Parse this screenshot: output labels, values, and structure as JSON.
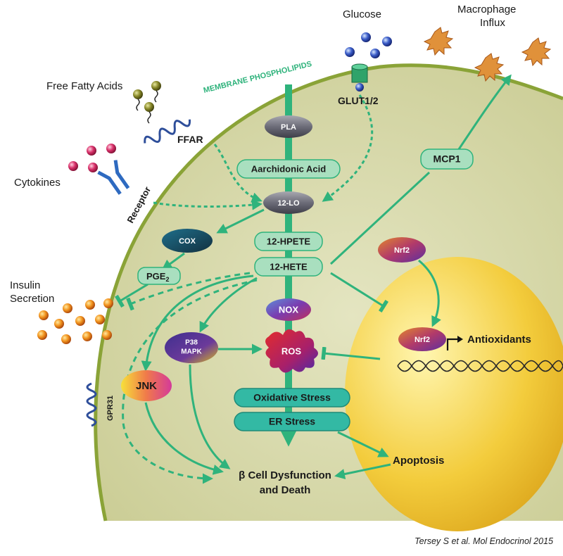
{
  "extracellular": {
    "glucose": "Glucose",
    "macrophage_line1": "Macrophage",
    "macrophage_line2": "Influx",
    "free_fatty_acids": "Free Fatty Acids",
    "cytokines": "Cytokines",
    "insulin_line1": "Insulin",
    "insulin_line2": "Secretion"
  },
  "membrane": {
    "label": "MEMBRANE PHOSPHOLIPIDS",
    "glut": "GLUT1/2",
    "ffar": "FFAR",
    "receptor": "Receptor",
    "gpr31": "GPR31"
  },
  "pathway": {
    "pla": "PLA",
    "arachidonic_acid": "Aarchidonic Acid",
    "lo12": "12-LO",
    "hpete": "12-HPETE",
    "hete": "12-HETE",
    "nox": "NOX",
    "ros": "ROS",
    "cox": "COX",
    "pge": "PGE",
    "pge_sub": "2",
    "p38_line1": "P38",
    "p38_line2": "MAPK",
    "jnk": "JNK",
    "mcp1": "MCP1",
    "nrf2_cyto": "Nrf2",
    "nrf2_nuc": "Nrf2",
    "antioxidants": "Antioxidants",
    "oxidative_stress": "Oxidative Stress",
    "er_stress": "ER Stress",
    "apoptosis": "Apoptosis",
    "outcome_line1": "β Cell Dysfunction",
    "outcome_line2": "and Death"
  },
  "citation": "Tersey S et al. Mol Endocrinol 2015",
  "colors": {
    "cytoplasm": "#d6d7a8",
    "membrane": "#8aa337",
    "nucleus": "#f1c63b",
    "pathway_green": "#2fb37c",
    "box_fill": "#a9dfbf",
    "teal_box": "#33b9a4"
  }
}
